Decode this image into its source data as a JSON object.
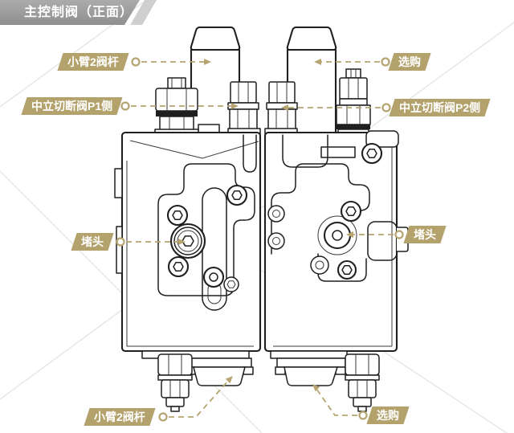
{
  "banner": {
    "title": "主控制阀（正面）"
  },
  "labels": {
    "arm2_top": {
      "text": "小臂2阀杆"
    },
    "optional_top": {
      "text": "选购"
    },
    "p1": {
      "text": "中立切断阀P1侧"
    },
    "p2": {
      "text": "中立切断阀P2侧"
    },
    "plug_left": {
      "text": "堵头"
    },
    "plug_right": {
      "text": "堵头"
    },
    "arm2_bottom": {
      "text": "小臂2阀杆"
    },
    "optional_bottom": {
      "text": "选购"
    }
  },
  "colors": {
    "label_bg": "#b3a26c",
    "leader": "#b6a571",
    "banner_1": "#ababab",
    "banner_2": "#8f8f8f",
    "stripe": "#cfcfcf",
    "line": "#1f1f1f",
    "watermark": "#e7e7e4"
  }
}
